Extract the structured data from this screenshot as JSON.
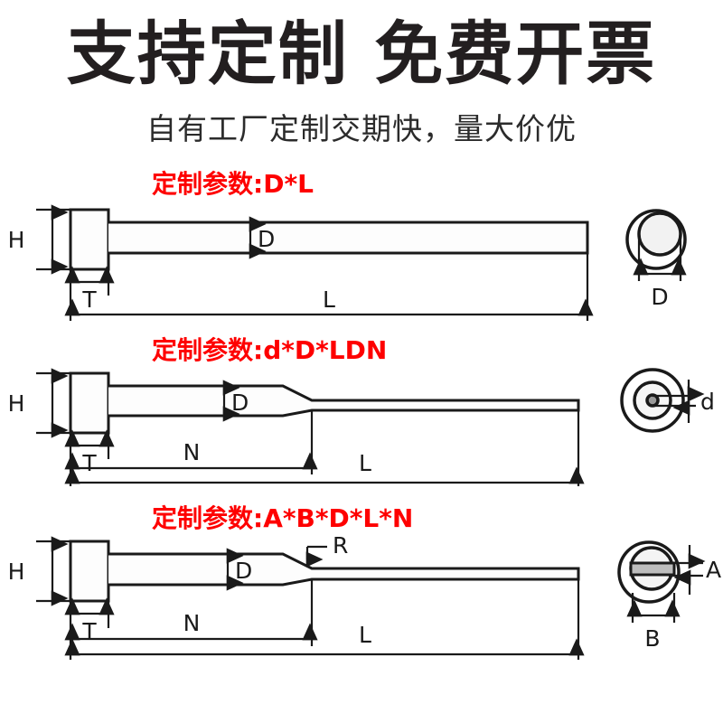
{
  "header": {
    "headline": "支持定制 免费开票",
    "subtitle": "自有工厂定制交期快，量大价优",
    "headline_color": "#231f20",
    "accent_color": "#fe0000"
  },
  "diagrams": [
    {
      "id": "diagram-1",
      "param_label": "定制参数:D*L",
      "dimensions": {
        "head_height": "H",
        "head_thickness": "T",
        "shaft_diameter": "D",
        "total_length": "L"
      },
      "cross_section": {
        "label": "D",
        "type": "circle-in-circle"
      }
    },
    {
      "id": "diagram-2",
      "param_label": "定制参数:d*D*LDN",
      "dimensions": {
        "head_height": "H",
        "head_thickness": "T",
        "shaft_diameter": "D",
        "shank_length": "N",
        "total_length": "L"
      },
      "cross_section": {
        "label": "d",
        "type": "concentric-rings"
      }
    },
    {
      "id": "diagram-3",
      "param_label": "定制参数:A*B*D*L*N",
      "dimensions": {
        "head_height": "H",
        "head_thickness": "T",
        "shaft_diameter": "D",
        "radius": "R",
        "shank_length": "N",
        "total_length": "L"
      },
      "cross_section": {
        "label_height": "A",
        "label_width": "B",
        "type": "slot-in-circle"
      }
    }
  ]
}
